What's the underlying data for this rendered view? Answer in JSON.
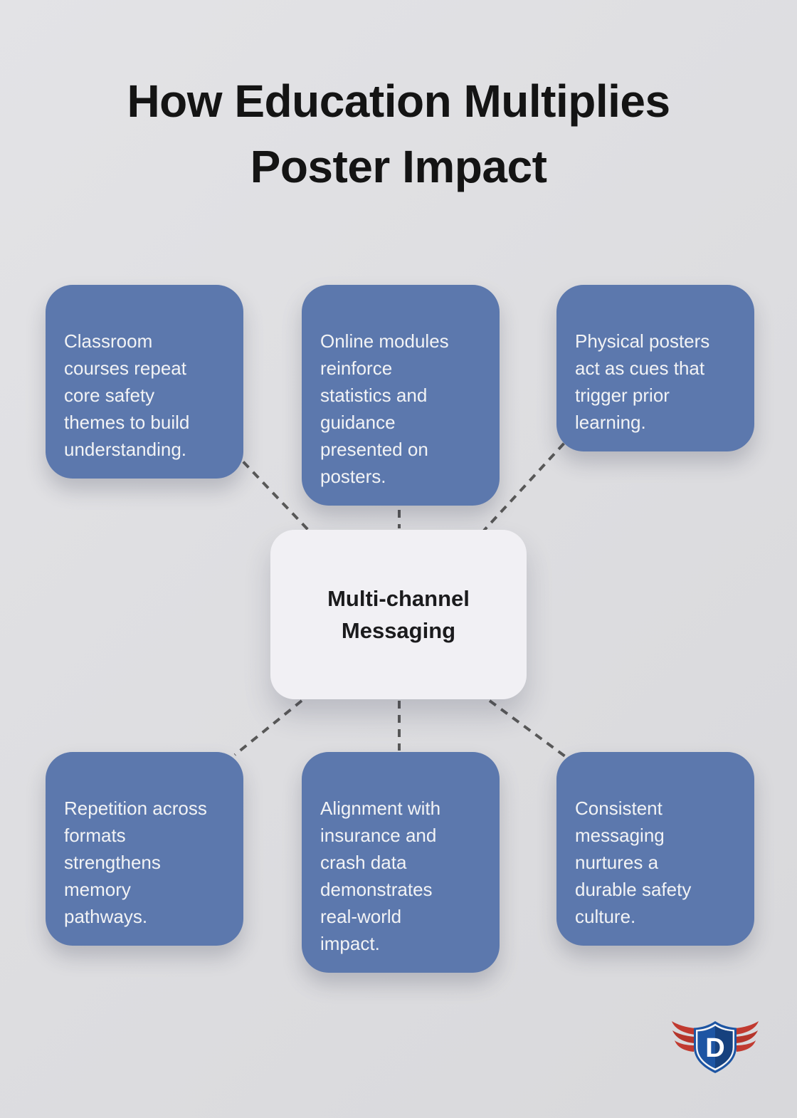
{
  "title": "How Education Multiplies\nPoster Impact",
  "center_node": {
    "label": "Multi-channel\nMessaging"
  },
  "nodes": [
    {
      "id": "top-left",
      "text": "Classroom\ncourses repeat\ncore safety\nthemes to build\nunderstanding."
    },
    {
      "id": "top-middle",
      "text": "Online modules\nreinforce\nstatistics and\nguidance\npresented on\nposters."
    },
    {
      "id": "top-right",
      "text": "Physical posters\nact as cues that\ntrigger prior\nlearning."
    },
    {
      "id": "bottom-left",
      "text": "Repetition across\nformats\nstrengthens\nmemory\npathways."
    },
    {
      "id": "bottom-middle",
      "text": "Alignment with\ninsurance and\ncrash data\ndemonstrates\nreal-world\nimpact."
    },
    {
      "id": "bottom-right",
      "text": "Consistent\nmessaging\nnurtures a\ndurable safety\nculture."
    }
  ],
  "logo": {
    "letter": "D"
  },
  "colors": {
    "background": "#dedee1",
    "node_fill": "#5c78ad",
    "node_text": "#f2f3f5",
    "center_fill": "#f1f0f4",
    "center_text": "#1b1b1d",
    "title_text": "#141414",
    "connector": "#585858",
    "logo_blue": "#1d55a3",
    "logo_dark_blue": "#16417e",
    "logo_red": "#c13a30"
  }
}
